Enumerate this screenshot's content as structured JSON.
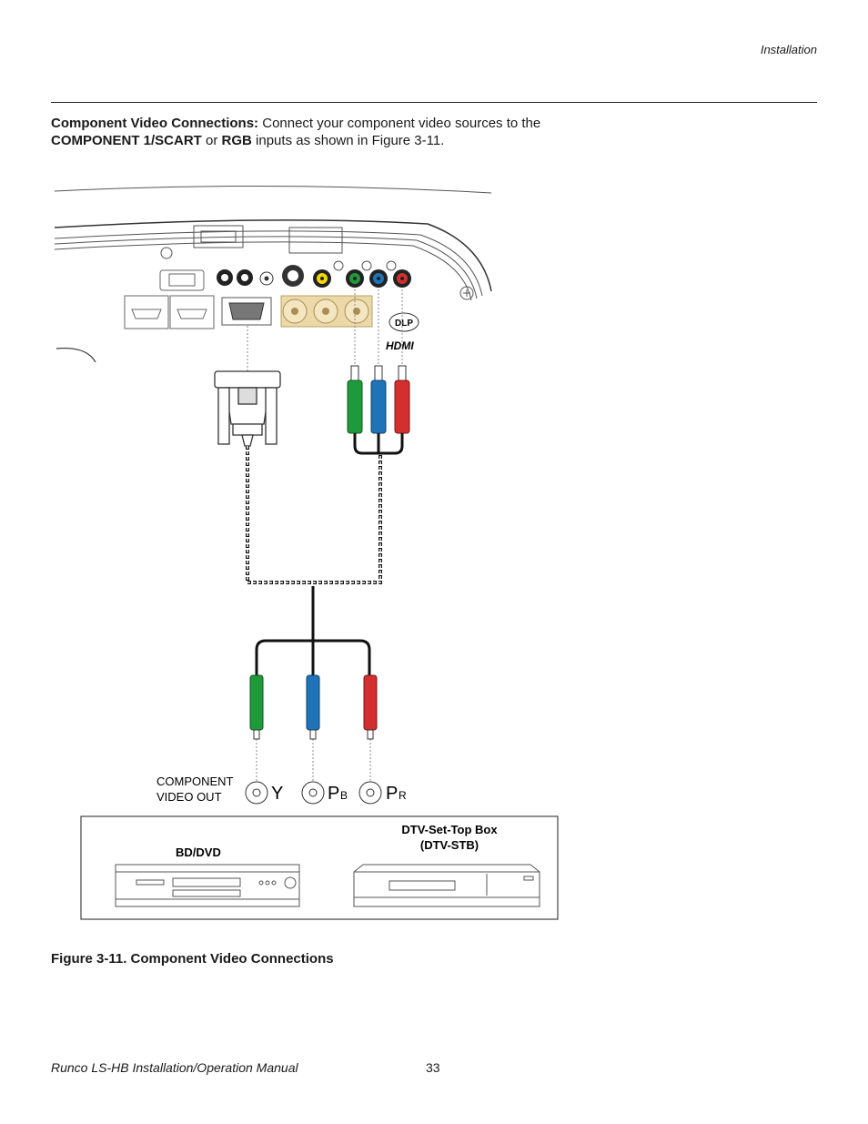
{
  "header": {
    "section": "Installation"
  },
  "intro": {
    "heading": "Component Video Connections:",
    "text1": " Connect your component video sources to the",
    "input1": "COMPONENT 1/SCART",
    "or": " or ",
    "input2": "RGB",
    "text2": " inputs as shown in Figure 3-11."
  },
  "figure": {
    "out_label_line1": "COMPONENT",
    "out_label_line2": "VIDEO OUT",
    "jack_y": "Y",
    "jack_pb": "P",
    "jack_pb_sub": "B",
    "jack_pr": "P",
    "jack_pr_sub": "R",
    "device1": "BD/DVD",
    "device2_line1": "DTV-Set-Top Box",
    "device2_line2": "(DTV-STB)",
    "logo_dlp": "DLP",
    "logo_hdmi": "HDMI",
    "colors": {
      "green": "#1f9a3a",
      "blue": "#1f73b7",
      "red": "#d32f2f",
      "yellow": "#f2d600",
      "tan": "#ecd9a8"
    }
  },
  "caption": "Figure 3-11. Component Video Connections",
  "footer": {
    "manual": "Runco LS-HB Installation/Operation Manual",
    "page": "33"
  }
}
